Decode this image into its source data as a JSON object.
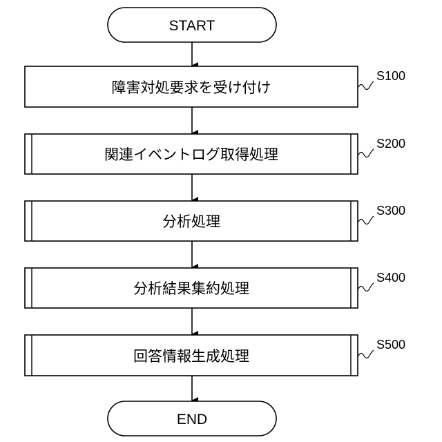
{
  "flow": {
    "start_label": "START",
    "end_label": "END",
    "steps": [
      {
        "text": "障害対処要求を受け付け",
        "step_id": "S100",
        "predefined": false
      },
      {
        "text": "関連イベントログ取得処理",
        "step_id": "S200",
        "predefined": true
      },
      {
        "text": "分析処理",
        "step_id": "S300",
        "predefined": true
      },
      {
        "text": "分析結果集約処理",
        "step_id": "S400",
        "predefined": true
      },
      {
        "text": "回答情報生成処理",
        "step_id": "S500",
        "predefined": true
      }
    ]
  }
}
